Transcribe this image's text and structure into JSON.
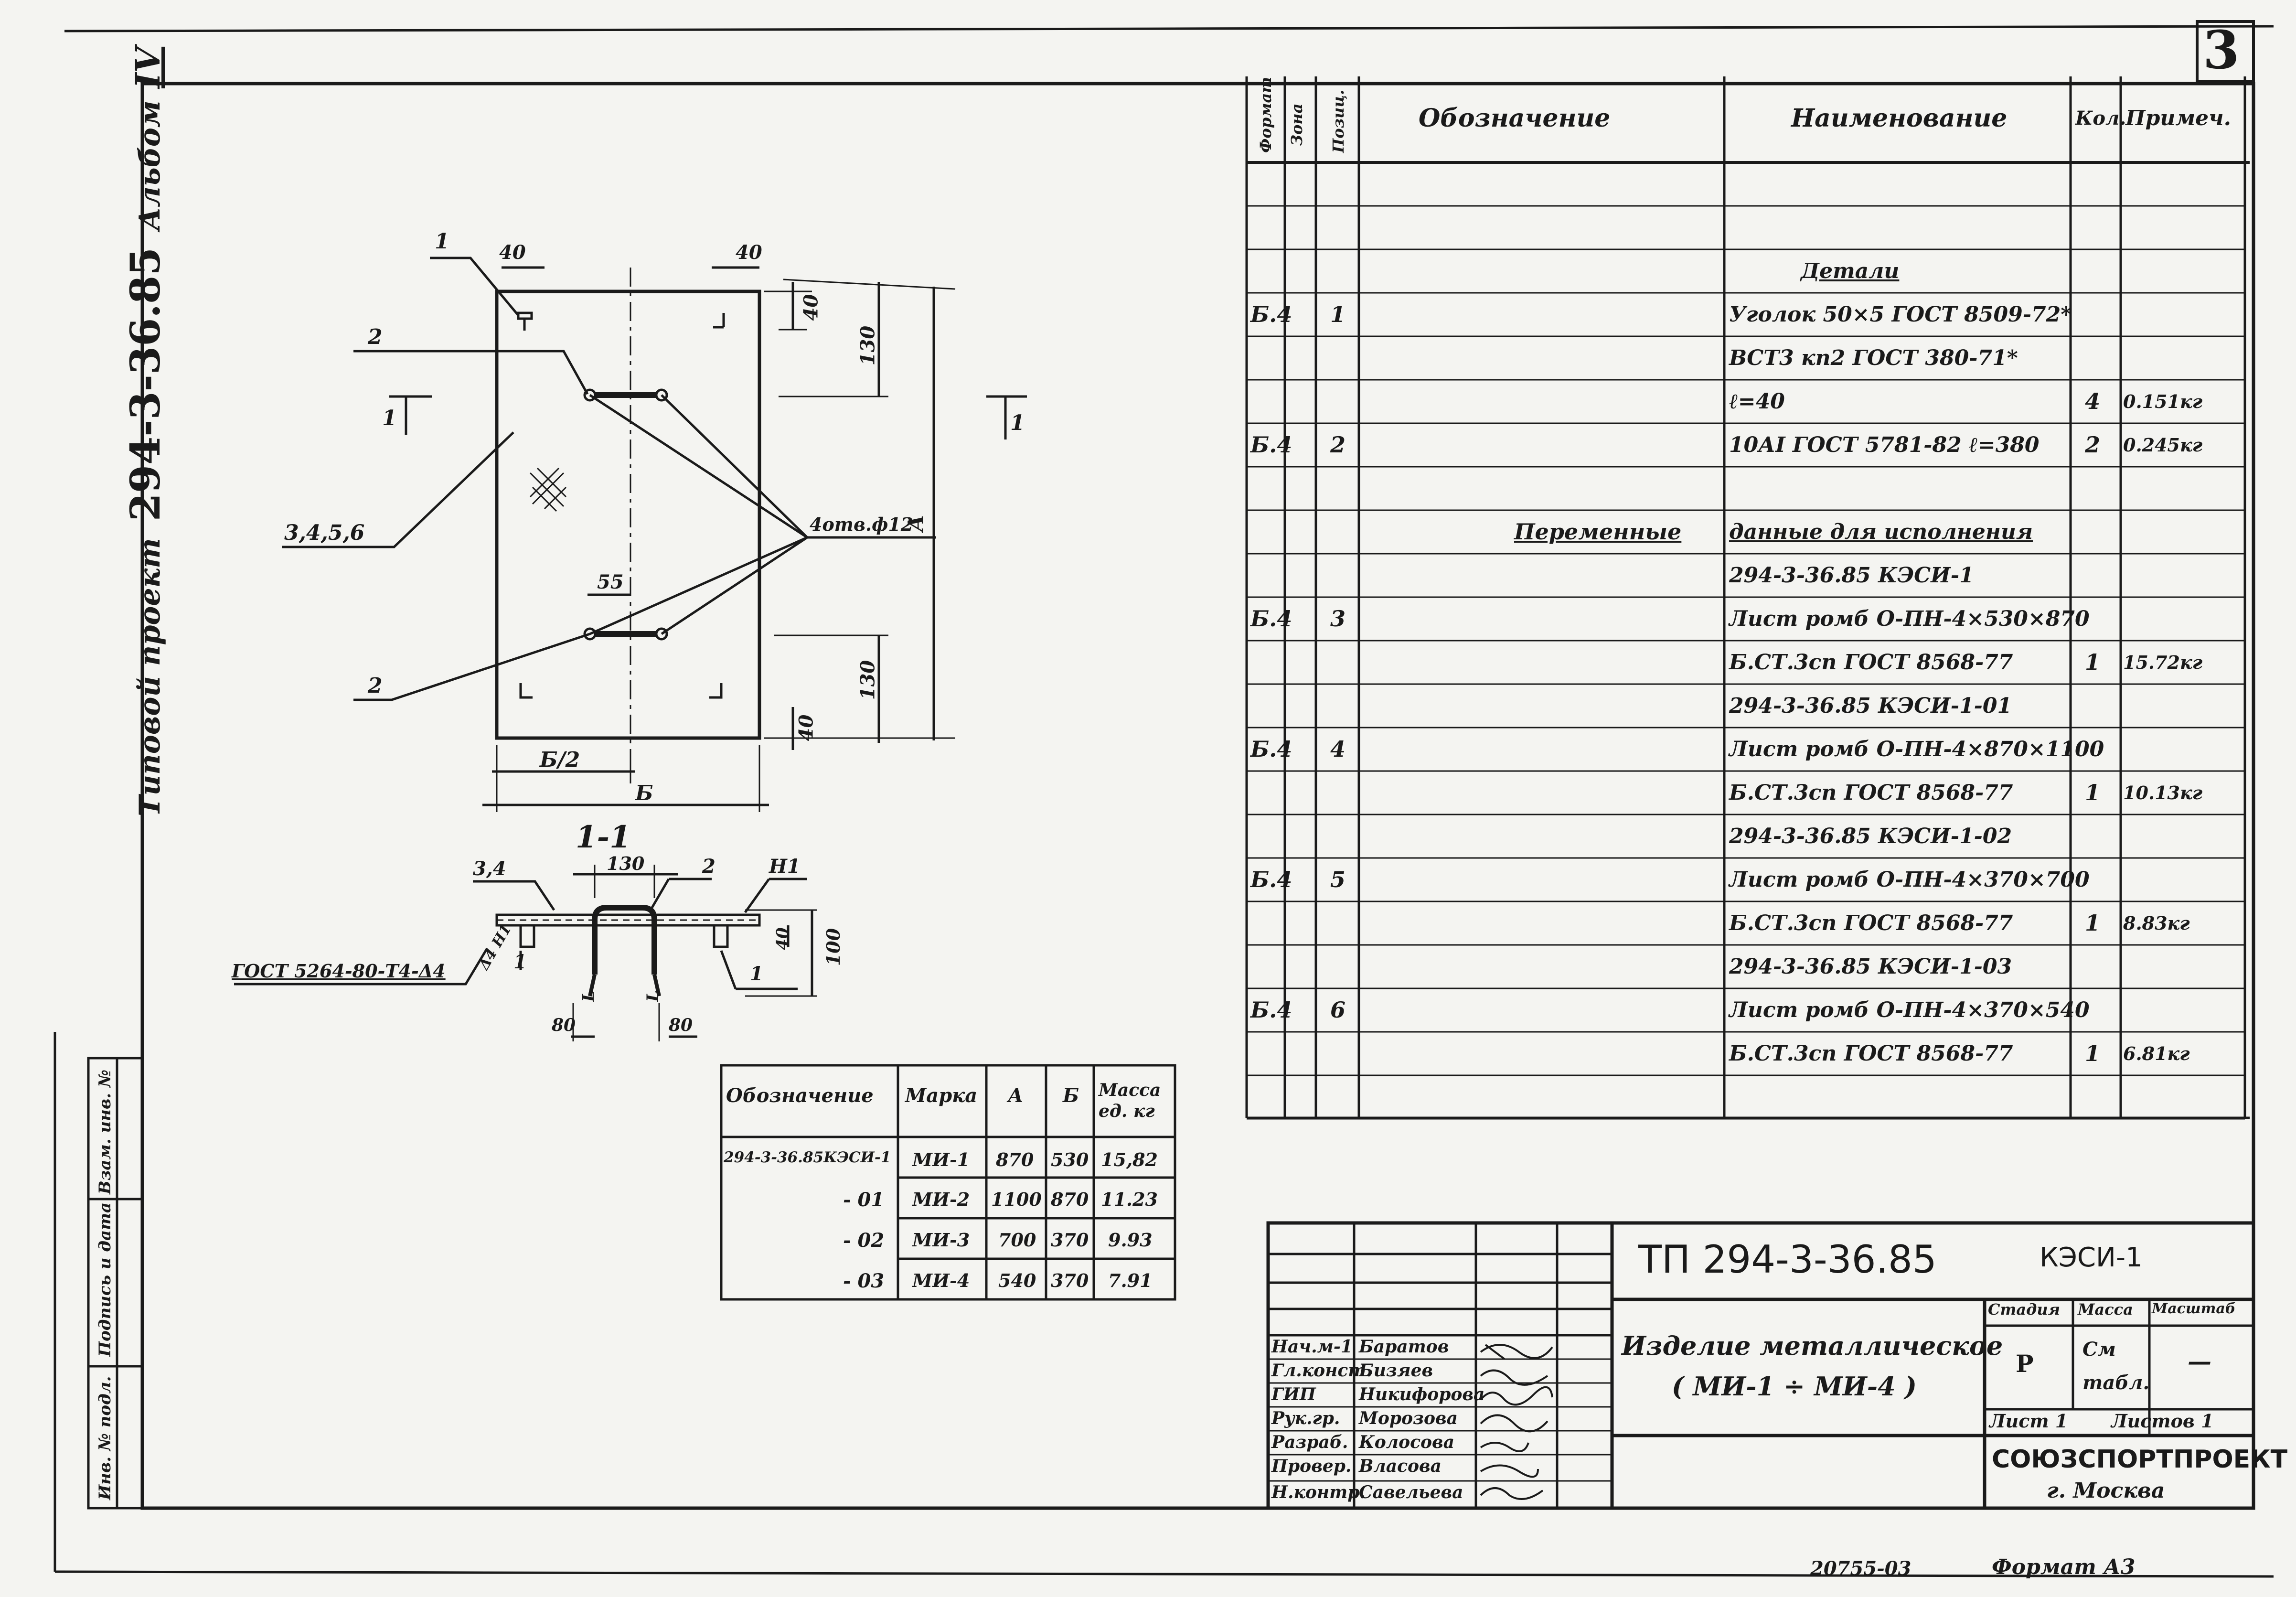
{
  "sheet_number": "3",
  "album_side": {
    "project": "Типовой проект",
    "number": "294-3-36.85",
    "album": "Альбом",
    "album_no": "IV"
  },
  "left_stamp": [
    "Инв. № подл.",
    "Подпись и дата",
    "Взам. инв. №"
  ],
  "drawing": {
    "dims": {
      "d40a": "40",
      "d40b": "40",
      "d40c": "40",
      "d40d": "40",
      "d130a": "130",
      "d130b": "130",
      "d55": "55",
      "b2": "Б/2",
      "b": "Б",
      "a": "А"
    },
    "callouts": {
      "p1": "1",
      "p2a": "2",
      "p2b": "2",
      "p3456": "3,4,5,6",
      "holes": "4отв.ф12"
    },
    "section_marker": {
      "label": "1"
    },
    "section_title": "1-1",
    "section": {
      "p34": "3,4",
      "d130": "130",
      "p2": "2",
      "n1": "Н1",
      "d40": "40",
      "d100": "100",
      "p1a": "1",
      "p1b": "1",
      "d80a": "80",
      "d80b": "80",
      "dim_l": "L",
      "gost_weld": "ГОСТ 5264-80-Т4-Δ4",
      "weld": "Δ4 Н1"
    }
  },
  "variants_table": {
    "headers": [
      "Обозначение",
      "Марка",
      "А",
      "Б",
      "Масса ед. кг"
    ],
    "rows": [
      [
        "294-3-36.85КЭСИ-1",
        "МИ-1",
        "870",
        "530",
        "15,82"
      ],
      [
        "- 01",
        "МИ-2",
        "1100",
        "870",
        "11.23"
      ],
      [
        "- 02",
        "МИ-3",
        "700",
        "370",
        "9.93"
      ],
      [
        "- 03",
        "МИ-4",
        "540",
        "370",
        "7.91"
      ]
    ]
  },
  "spec_table": {
    "headers": {
      "format": "Формат",
      "zone": "Зона",
      "pos": "Позиц.",
      "designation": "Обозначение",
      "name": "Наименование",
      "qty": "Кол.",
      "note": "Примеч."
    },
    "rows": [
      {
        "format": "",
        "pos": "",
        "designation": "",
        "name": "",
        "qty": "",
        "note": ""
      },
      {
        "format": "",
        "pos": "",
        "designation": "",
        "name": "",
        "qty": "",
        "note": ""
      },
      {
        "format": "",
        "pos": "",
        "designation": "",
        "name": "Детали",
        "qty": "",
        "note": ""
      },
      {
        "format": "Б.4",
        "pos": "1",
        "designation": "",
        "name": "Уголок 50×5 ГОСТ 8509-72*",
        "qty": "",
        "note": ""
      },
      {
        "format": "",
        "pos": "",
        "designation": "",
        "name": "ВСТ3 кп2 ГОСТ 380-71*",
        "qty": "",
        "note": ""
      },
      {
        "format": "",
        "pos": "",
        "designation": "",
        "name": "ℓ=40",
        "qty": "4",
        "note": "0.151кг"
      },
      {
        "format": "Б.4",
        "pos": "2",
        "designation": "",
        "name": "10АⅠ ГОСТ 5781-82 ℓ=380",
        "qty": "2",
        "note": "0.245кг"
      },
      {
        "format": "",
        "pos": "",
        "designation": "",
        "name": "",
        "qty": "",
        "note": ""
      },
      {
        "format": "",
        "pos": "",
        "designation": "Переменные",
        "name": "данные для исполнения",
        "qty": "",
        "note": ""
      },
      {
        "format": "",
        "pos": "",
        "designation": "",
        "name": "294-3-36.85 КЭСИ-1",
        "qty": "",
        "note": ""
      },
      {
        "format": "Б.4",
        "pos": "3",
        "designation": "",
        "name": "Лист ромб О-ПН-4×530×870",
        "qty": "",
        "note": ""
      },
      {
        "format": "",
        "pos": "",
        "designation": "",
        "name": "Б.СТ.3сп ГОСТ 8568-77",
        "qty": "1",
        "note": "15.72кг"
      },
      {
        "format": "",
        "pos": "",
        "designation": "",
        "name": "294-3-36.85 КЭСИ-1-01",
        "qty": "",
        "note": ""
      },
      {
        "format": "Б.4",
        "pos": "4",
        "designation": "",
        "name": "Лист ромб О-ПН-4×870×1100",
        "qty": "",
        "note": ""
      },
      {
        "format": "",
        "pos": "",
        "designation": "",
        "name": "Б.СТ.3сп ГОСТ 8568-77",
        "qty": "1",
        "note": "10.13кг"
      },
      {
        "format": "",
        "pos": "",
        "designation": "",
        "name": "294-3-36.85 КЭСИ-1-02",
        "qty": "",
        "note": ""
      },
      {
        "format": "Б.4",
        "pos": "5",
        "designation": "",
        "name": "Лист ромб О-ПН-4×370×700",
        "qty": "",
        "note": ""
      },
      {
        "format": "",
        "pos": "",
        "designation": "",
        "name": "Б.СТ.3сп ГОСТ 8568-77",
        "qty": "1",
        "note": "8.83кг"
      },
      {
        "format": "",
        "pos": "",
        "designation": "",
        "name": "294-3-36.85 КЭСИ-1-03",
        "qty": "",
        "note": ""
      },
      {
        "format": "Б.4",
        "pos": "6",
        "designation": "",
        "name": "Лист ромб О-ПН-4×370×540",
        "qty": "",
        "note": ""
      },
      {
        "format": "",
        "pos": "",
        "designation": "",
        "name": "Б.СТ.3сп ГОСТ 8568-77",
        "qty": "1",
        "note": "6.81кг"
      },
      {
        "format": "",
        "pos": "",
        "designation": "",
        "name": "",
        "qty": "",
        "note": ""
      }
    ]
  },
  "title_block": {
    "doc_code": "ТП 294-3-36.85",
    "mark": "КЭСИ-1",
    "title_line1": "Изделие металлическое",
    "title_line2": "( МИ-1 ÷ МИ-4 )",
    "stage_label": "Стадия",
    "mass_label": "Масса",
    "scale_label": "Масштаб",
    "stage": "Р",
    "mass": "См табл.",
    "scale": "—",
    "sheet_label": "Лист 1",
    "sheets_label": "Листов 1",
    "org": "СОЮЗСПОРТПРОЕКТ",
    "city": "г. Москва",
    "signers": [
      {
        "role": "Нач.м-1",
        "name": "Баратов"
      },
      {
        "role": "Гл.конст.",
        "name": "Бизяев"
      },
      {
        "role": "ГИП",
        "name": "Никифорова"
      },
      {
        "role": "Рук.гр.",
        "name": "Морозова"
      },
      {
        "role": "Разраб.",
        "name": "Колосова"
      },
      {
        "role": "Провер.",
        "name": "Власова"
      },
      {
        "role": "Н.контр.",
        "name": "Савельева"
      }
    ]
  },
  "footer": {
    "archive": "20755-03",
    "format": "Формат А3"
  }
}
